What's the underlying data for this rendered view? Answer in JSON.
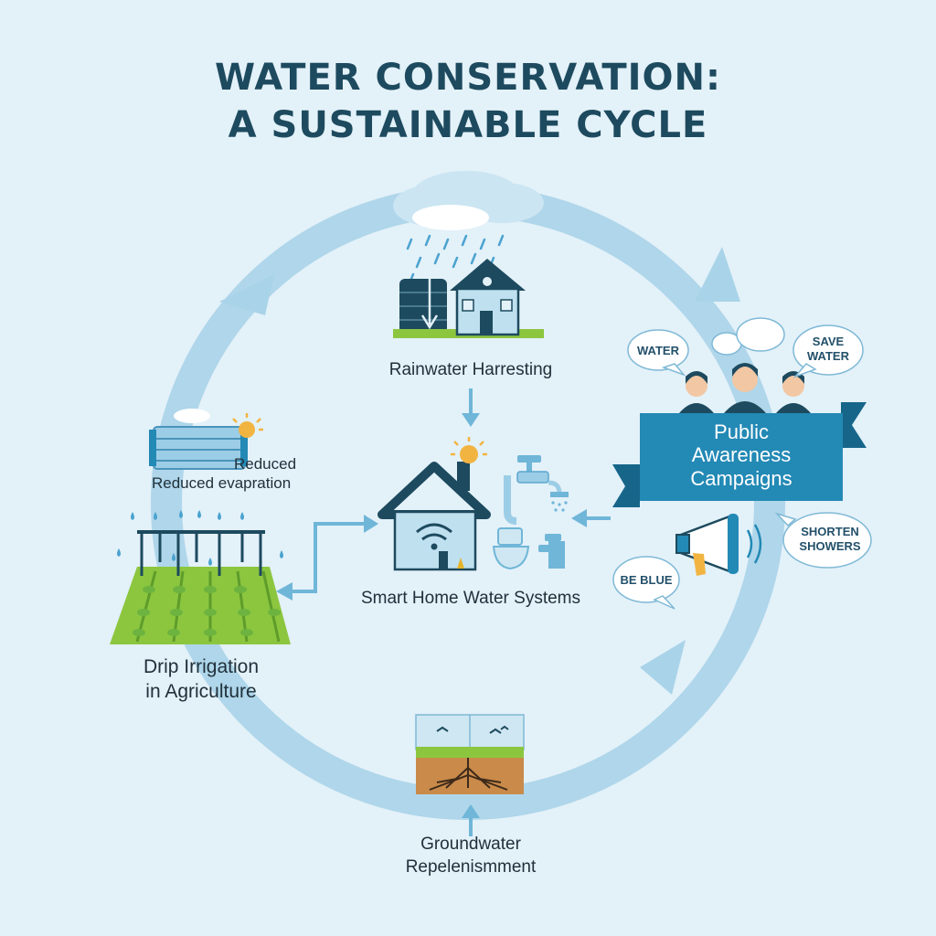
{
  "title": {
    "line1": "WATER CONSERVATION:",
    "line2": "A SUSTAINABLE CYCLE"
  },
  "nodes": {
    "rainwater": "Rainwater Harresting",
    "smart_home": "Smart Home Water Systems",
    "public_awareness": {
      "line1": "Public",
      "line2": "Awareness",
      "line3": "Campaigns"
    },
    "groundwater": {
      "line1": "Groundwater",
      "line2": "Repelenismment"
    },
    "drip_irrigation": {
      "line1": "Drip Irrigation",
      "line2": "in Agriculture"
    },
    "reduced_evap": {
      "line1": "Reduced",
      "line2": "Reduced evapration"
    }
  },
  "bubbles": {
    "water": "WATER",
    "save_water": {
      "line1": "SAVE",
      "line2": "WATER"
    },
    "shorten_showers": {
      "line1": "SHORTEN",
      "line2": "SHOWERS"
    },
    "be_blue": "BE BLUE"
  },
  "colors": {
    "background": "#e3f1f9",
    "cycle": "#a9d3e8",
    "title": "#1d4a5e",
    "banner": "#2389b5",
    "banner_dark": "#17668a",
    "arrow": "#6fb6d8",
    "house_wall": "#bfe0ef",
    "house_roof": "#1d4a5e",
    "crop_green": "#8cc63f"
  }
}
